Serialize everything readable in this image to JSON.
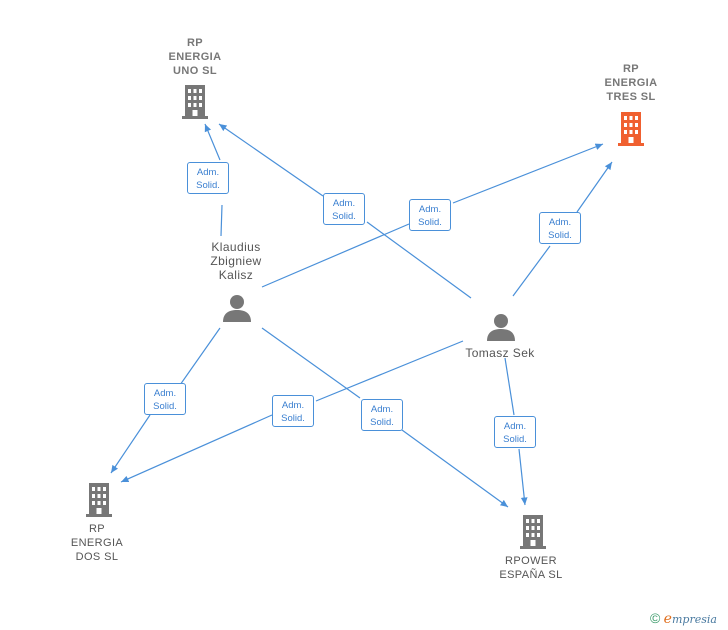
{
  "nodes": {
    "rp_energia_uno": {
      "label": "RP\nENERGIA\nUNO  SL",
      "type": "company",
      "icon": "building-icon",
      "color": "#777777"
    },
    "rp_energia_tres": {
      "label": "RP\nENERGIA\nTRES  SL",
      "type": "company",
      "icon": "building-icon",
      "color": "#f06030"
    },
    "rp_energia_dos": {
      "label": "RP\nENERGIA\nDOS  SL",
      "type": "company",
      "icon": "building-icon",
      "color": "#777777"
    },
    "rpower_espana": {
      "label": "RPOWER\nESPAÑA  SL",
      "type": "company",
      "icon": "building-icon",
      "color": "#777777"
    },
    "klaudius": {
      "label": "Klaudius\nZbigniew\nKalisz",
      "type": "person",
      "icon": "person-icon",
      "color": "#777777"
    },
    "tomasz": {
      "label": "Tomasz Sek",
      "type": "person",
      "icon": "person-icon",
      "color": "#777777"
    }
  },
  "edges": [
    {
      "id": "e1",
      "from": "klaudius",
      "to": "rp_energia_uno",
      "line1": "Adm.",
      "line2": "Solid."
    },
    {
      "id": "e2",
      "from": "tomasz",
      "to": "rp_energia_uno",
      "line1": "Adm.",
      "line2": "Solid."
    },
    {
      "id": "e3",
      "from": "klaudius",
      "to": "rp_energia_tres",
      "line1": "Adm.",
      "line2": "Solid."
    },
    {
      "id": "e4",
      "from": "tomasz",
      "to": "rp_energia_tres",
      "line1": "Adm.",
      "line2": "Solid."
    },
    {
      "id": "e5",
      "from": "klaudius",
      "to": "rp_energia_dos",
      "line1": "Adm.",
      "line2": "Solid."
    },
    {
      "id": "e6",
      "from": "tomasz",
      "to": "rp_energia_dos",
      "line1": "Adm.",
      "line2": "Solid."
    },
    {
      "id": "e7",
      "from": "klaudius",
      "to": "rpower_espana",
      "line1": "Adm.",
      "line2": "Solid."
    },
    {
      "id": "e8",
      "from": "tomasz",
      "to": "rpower_espana",
      "line1": "Adm.",
      "line2": "Solid."
    }
  ],
  "colors": {
    "edge": "#4a90d9",
    "icon": "#777777",
    "highlight": "#f06030"
  },
  "footer": {
    "copyright": "©",
    "brand_e": "e",
    "brand_rest": "mpresia"
  }
}
